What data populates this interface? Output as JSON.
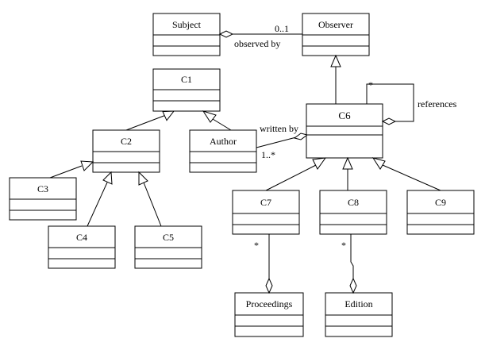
{
  "classes": {
    "subject": "Subject",
    "observer": "Observer",
    "c1": "C1",
    "c2": "C2",
    "c3": "C3",
    "c4": "C4",
    "c5": "C5",
    "author": "Author",
    "c6": "C6",
    "c7": "C7",
    "c8": "C8",
    "c9": "C9",
    "proceedings": "Proceedings",
    "edition": "Edition"
  },
  "labels": {
    "observed_by_mult": "0..1",
    "observed_by": "observed by",
    "written_by": "written by",
    "written_by_mult": "1..*",
    "references_mult": "*",
    "references": "references",
    "c7_mult": "*",
    "c8_mult": "*"
  },
  "colors": {
    "line": "#000000",
    "fill": "#ffffff"
  }
}
